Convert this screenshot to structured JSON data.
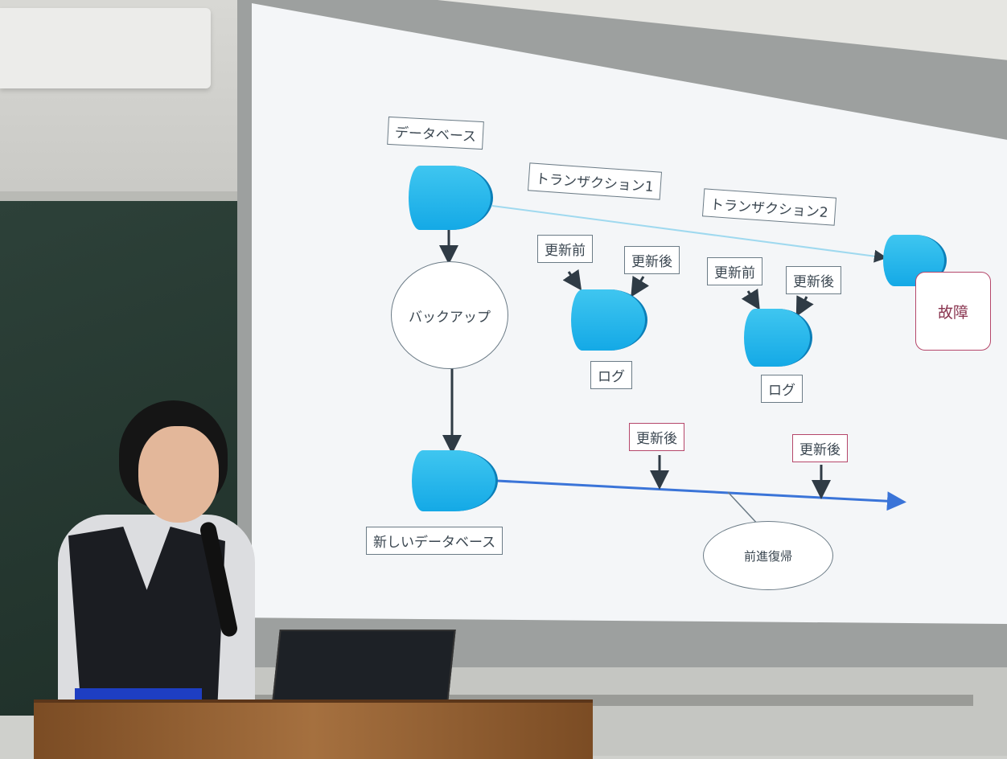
{
  "slide": {
    "database": "データベース",
    "transaction1": "トランザクション1",
    "transaction2": "トランザクション2",
    "before_update_1": "更新前",
    "after_update_1": "更新後",
    "before_update_2": "更新前",
    "after_update_2": "更新後",
    "log_1": "ログ",
    "log_2": "ログ",
    "backup": "バックアップ",
    "failure": "故障",
    "new_database": "新しいデータベース",
    "after_update_3": "更新後",
    "after_update_4": "更新後",
    "roll_forward": "前進復帰"
  },
  "colors": {
    "cylinder": "#1fb4ea",
    "red_border": "#b5476a",
    "timeline": "#3a74d8"
  }
}
